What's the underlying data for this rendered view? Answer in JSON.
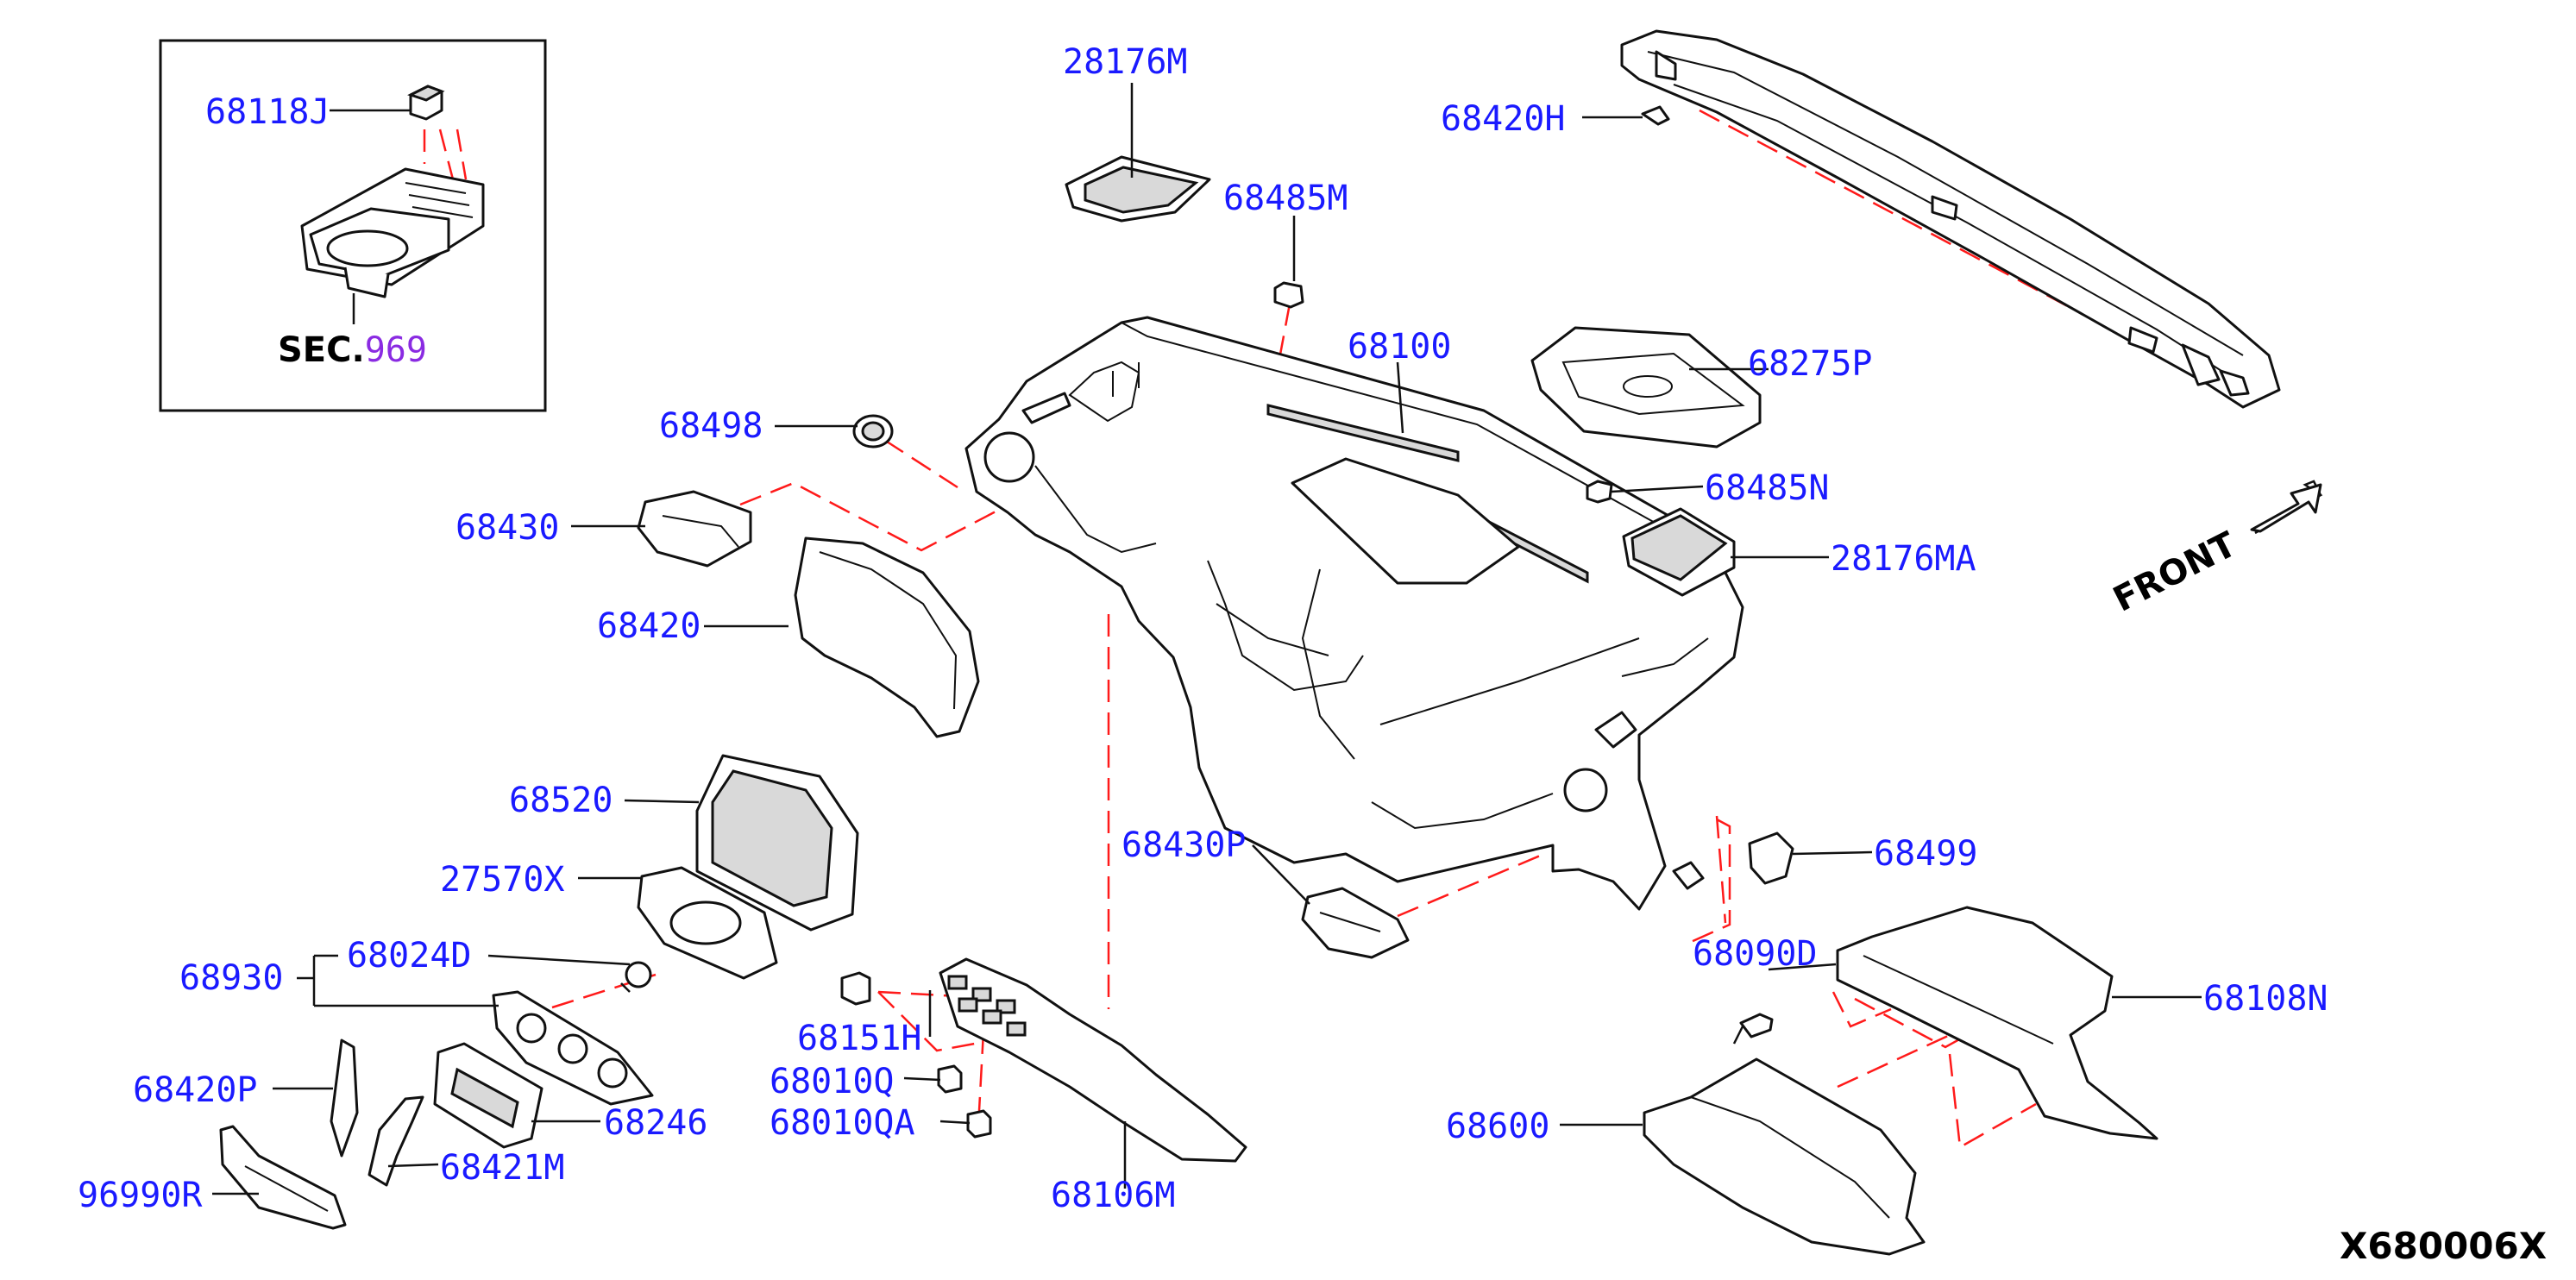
{
  "diagram": {
    "sec_reference": {
      "prefix": "SEC.",
      "number": "969"
    },
    "front_indicator": "FRONT",
    "diagram_code": "X680006X",
    "labels": {
      "p68118J": "68118J",
      "p28176M": "28176M",
      "p68420H": "68420H",
      "p68485M": "68485M",
      "p68100": "68100",
      "p68275P": "68275P",
      "p68498": "68498",
      "p68485N": "68485N",
      "p68430": "68430",
      "p28176MA": "28176MA",
      "p68420": "68420",
      "p68520": "68520",
      "p68430P": "68430P",
      "p68499": "68499",
      "p27570X": "27570X",
      "p68024D": "68024D",
      "p68930": "68930",
      "p68090D": "68090D",
      "p68108N": "68108N",
      "p68151H": "68151H",
      "p68420P": "68420P",
      "p68010Q": "68010Q",
      "p68246": "68246",
      "p68010QA": "68010QA",
      "p68600": "68600",
      "p96990R": "96990R",
      "p68421M": "68421M",
      "p68106M": "68106M"
    }
  }
}
